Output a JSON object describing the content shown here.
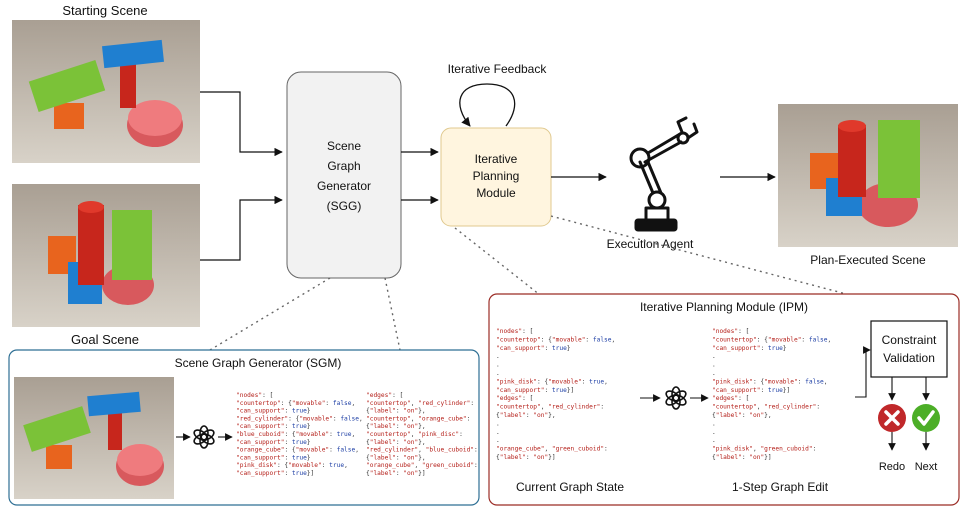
{
  "left_labels": {
    "starting_scene": "Starting Scene",
    "goal_scene": "Goal Scene"
  },
  "sgg_box": {
    "line1": "Scene",
    "line2": "Graph",
    "line3": "Generator",
    "line4": "(SGG)"
  },
  "feedback_label": "Iterative Feedback",
  "ipm_box": {
    "line1": "Iterative",
    "line2": "Planning",
    "line3": "Module"
  },
  "execution_agent_label": "Execution Agent",
  "plan_executed_label": "Plan-Executed Scene",
  "sgm_panel": {
    "title": "Scene Graph Generator (SGM)",
    "nodes_code": [
      "\"nodes\": [",
      "  \"countertop\": {\"movable\": false,",
      "                 \"can_support\": true}",
      "  \"red_cylinder\": {\"movable\": false,",
      "                 \"can_support\": true}",
      "  \"blue_cuboid\": {\"movable\": true,",
      "                 \"can_support\": true}",
      "  \"orange_cube\": {\"movable\": false,",
      "                 \"can_support\": true}",
      "  \"pink_disk\": {\"movable\": true,",
      "                 \"can_support\": true}]"
    ],
    "edges_code": [
      "\"edges\": [",
      "  \"countertop\", \"red_cylinder\":",
      "        {\"label\": \"on\"},",
      "  \"countertop\", \"orange_cube\":",
      "        {\"label\": \"on\"},",
      "  \"countertop\", \"pink_disc\":",
      "        {\"label\": \"on\"},",
      "  \"red_cylinder\", \"blue_cuboid\":",
      "        {\"label\": \"on\"},",
      "  \"orange_cube\", \"green_cuboid\":",
      "        {\"label\": \"on\"}]"
    ]
  },
  "ipm_panel": {
    "title": "Iterative Planning Module (IPM)",
    "current_code": [
      "\"nodes\": [",
      "  \"countertop\": {\"movable\": false,",
      "                 \"can_support\": true}",
      "  .",
      "  .",
      "  .",
      "  \"pink_disk\": {\"movable\": true,",
      "                 \"can_support\": true}]",
      "\"edges\": [",
      "  \"countertop\", \"red_cylinder\":",
      "       {\"label\": \"on\"},",
      "  .",
      "  .",
      "  .",
      "  \"orange_cube\", \"green_cuboid\":",
      "       {\"label\": \"on\"}]"
    ],
    "edit_code": [
      "\"nodes\": [",
      "  \"countertop\": {\"movable\": false,",
      "                 \"can_support\": true}",
      "  .",
      "  .",
      "  .",
      "  \"pink_disk\": {\"movable\": false,",
      "                 \"can_support\": true}]",
      "\"edges\": [",
      "  \"countertop\", \"red_cylinder\":",
      "       {\"label\": \"on\"},",
      "  .",
      "  .",
      "  .",
      "  \"pink_disk\", \"green_cuboid\":",
      "       {\"label\": \"on\"}]"
    ],
    "current_label": "Current Graph State",
    "edit_label": "1-Step Graph Edit",
    "constraint_line1": "Constraint",
    "constraint_line2": "Validation",
    "redo_label": "Redo",
    "next_label": "Next"
  },
  "icons": [
    "openai-icon",
    "robot-arm-icon",
    "cross-icon",
    "check-icon"
  ],
  "colors": {
    "sgm_border": "#2e6f94",
    "ipm_border": "#9b2c25",
    "sgg_fill": "#f2f2f2",
    "ipm_fill": "#fff5df",
    "redo": "#c0282a",
    "next": "#4cae27"
  }
}
